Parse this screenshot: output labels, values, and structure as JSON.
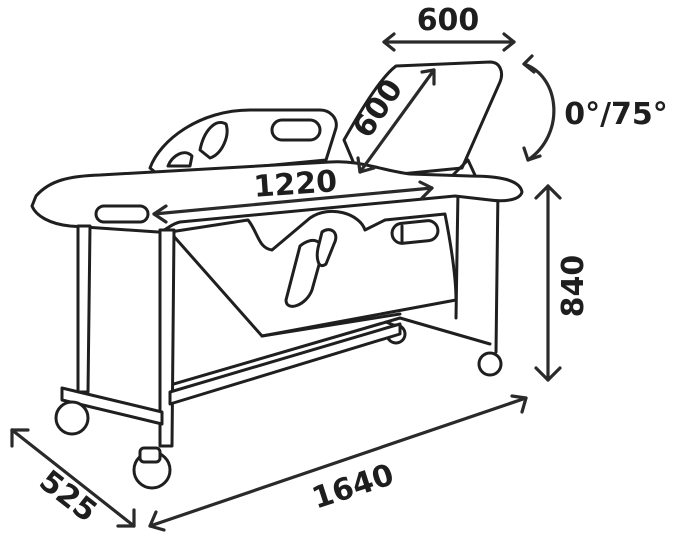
{
  "dimensions": {
    "backrest_width": "600",
    "backrest_length": "600",
    "backrest_angle": "0°/75°",
    "mattress_length": "1220",
    "height": "840",
    "width": "525",
    "length": "1640"
  }
}
